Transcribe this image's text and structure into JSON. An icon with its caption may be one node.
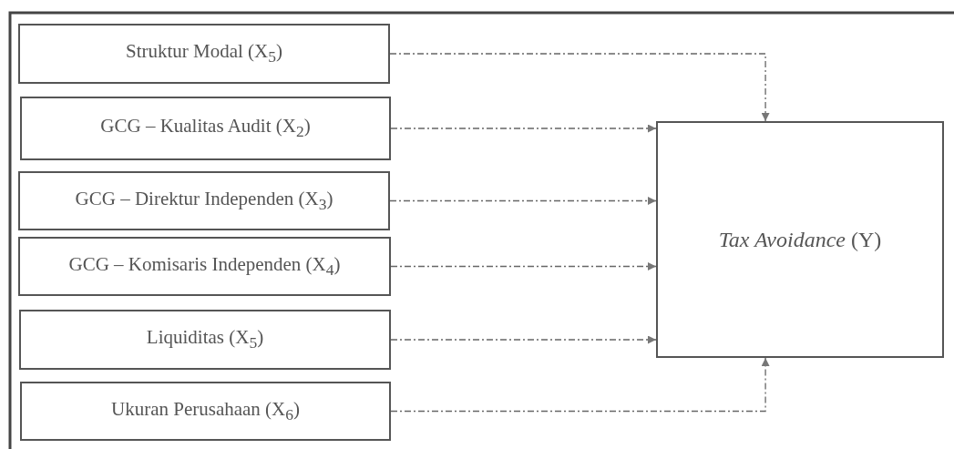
{
  "diagram": {
    "nodes": [
      {
        "text": [
          "Struktur Modal (X$_{5}$)"
        ]
      },
      {
        "text": [
          "GCG – Kualitas Audit (X$_{2}$)"
        ]
      },
      {
        "text": [
          "GCG – Direktur Independen (X$_{3}$)"
        ]
      },
      {
        "text": [
          "GCG – Komisaris Independen  (X$_{4}$)"
        ]
      },
      {
        "text": [
          "Liquiditas (X$_{5}$)"
        ]
      },
      {
        "text": [
          "Ukuran Perusahaan (X$_{6}$)"
        ]
      },
      {
        "text": [
          "*Tax Avoidance* (Y)"
        ]
      }
    ],
    "edges": [
      {
        "from": 0,
        "to": 6,
        "arrow": "to",
        "style": "dashed"
      },
      {
        "from": 1,
        "to": 6,
        "arrow": "to",
        "style": "dashed"
      },
      {
        "from": 2,
        "to": 6,
        "arrow": "to",
        "style": "dashed"
      },
      {
        "from": 3,
        "to": 6,
        "arrow": "to",
        "style": "dashed"
      },
      {
        "from": 4,
        "to": 6,
        "arrow": "to",
        "style": "dashed"
      },
      {
        "from": 5,
        "to": 6,
        "arrow": "to",
        "style": "dashed"
      }
    ]
  }
}
